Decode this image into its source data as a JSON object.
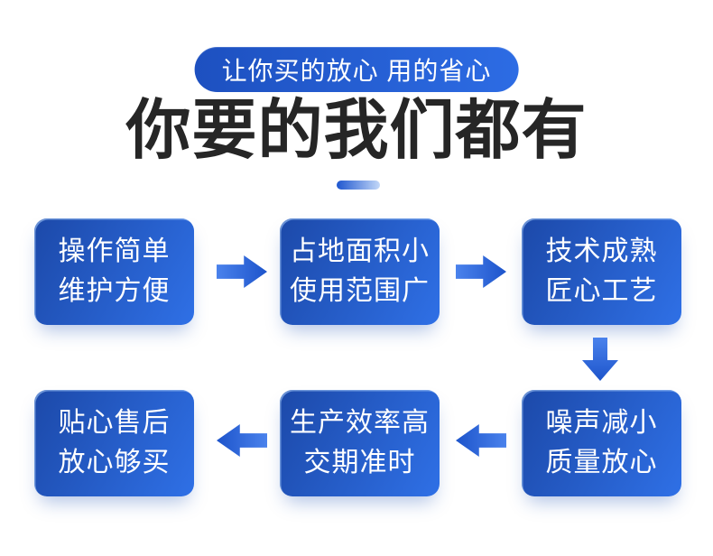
{
  "badge": {
    "label": "让你买的放心 用的省心"
  },
  "heading": {
    "title": "你要的我们都有"
  },
  "flow": {
    "cards": [
      {
        "name": "operation",
        "line1": "操作简单",
        "line2": "维护方便"
      },
      {
        "name": "footprint",
        "line1": "占地面积小",
        "line2": "使用范围广"
      },
      {
        "name": "technology",
        "line1": "技术成熟",
        "line2": "匠心工艺"
      },
      {
        "name": "noise",
        "line1": "噪声减小",
        "line2": "质量放心"
      },
      {
        "name": "efficiency",
        "line1": "生产效率高",
        "line2": "交期准时"
      },
      {
        "name": "aftersales",
        "line1": "贴心售后",
        "line2": "放心够买"
      }
    ],
    "arrow_icons": [
      "arrow-right-icon",
      "arrow-right-icon",
      "arrow-down-icon",
      "arrow-left-icon",
      "arrow-left-icon"
    ]
  },
  "colors": {
    "background": "#ffffff",
    "heading_text": "#262626",
    "card_text": "#ffffff",
    "card_gradient_start": "#1c49a9",
    "card_gradient_end": "#2f70e6",
    "badge_gradient_start": "#1d50c0",
    "badge_gradient_end": "#2d6ce4",
    "arrow_light": "#4a82ec",
    "arrow_dark": "#1d54cb",
    "dash_start": "#1e56cf",
    "dash_end": "#c3d8f8"
  }
}
